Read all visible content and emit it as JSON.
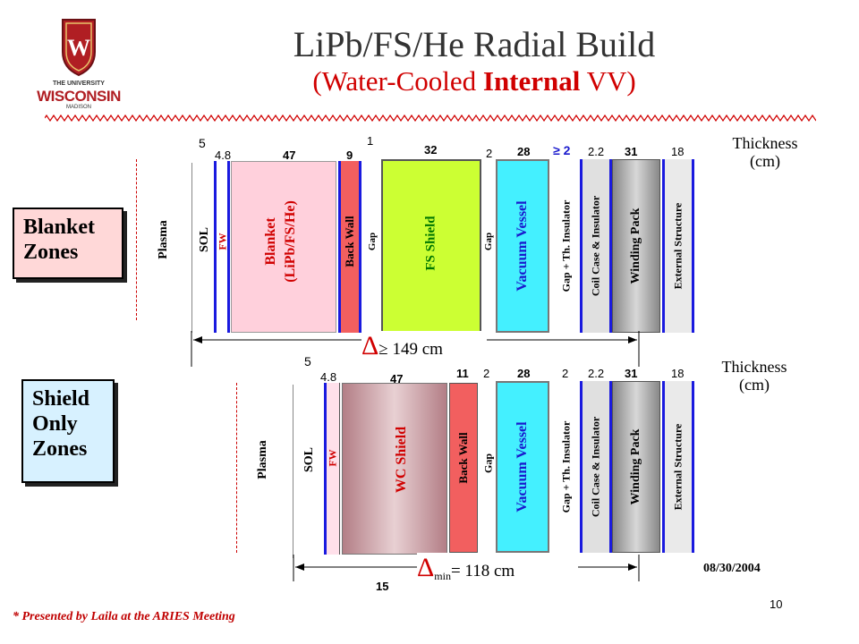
{
  "title": "LiPb/FS/He Radial Build",
  "subtitle": {
    "open": "(Water-Cooled ",
    "bold": "Internal",
    "close": " VV)"
  },
  "logo": {
    "text_top": "THE UNIVERSITY",
    "text_main": "WISCONSIN",
    "text_bottom": "MADISON",
    "crest_letter": "W"
  },
  "zones": {
    "blanket": "Blanket Zones",
    "shield": "Shield Only Zones"
  },
  "blanket": {
    "thickness_label": "Thickness (cm)",
    "delta": "≥ 149 cm",
    "numbers": {
      "sol": "5",
      "fw": "4.8",
      "blanket": "47",
      "backwall": "9",
      "gap1": "1",
      "fs": "32",
      "gap2": "2",
      "vv": "28",
      "gap3": "≥ 2",
      "coil": "2.2",
      "winding": "31",
      "ext": "18"
    },
    "labels": {
      "plasma": "Plasma",
      "sol": "SOL",
      "fw": "FW",
      "blanket_l1": "Blanket",
      "blanket_l2": "(LiPb/FS/He)",
      "backwall": "Back Wall",
      "gap": "Gap",
      "fs": "FS Shield",
      "vv": "Vacuum Vessel",
      "gap_ins": "Gap + Th. Insulator",
      "coil": "Coil Case & Insulator",
      "winding": "Winding Pack",
      "ext": "External Structure"
    }
  },
  "shield": {
    "thickness_label": "Thickness (cm)",
    "delta": "= 118 cm",
    "delta_sub": "min",
    "below": "15",
    "numbers": {
      "sol": "5",
      "fw": "4.8",
      "wc": "47",
      "backwall": "11",
      "gap": "2",
      "vv": "28",
      "gap2": "2",
      "coil": "2.2",
      "winding": "31",
      "ext": "18"
    },
    "labels": {
      "plasma": "Plasma",
      "sol": "SOL",
      "fw": "FW",
      "wc": "WC Shield",
      "backwall": "Back Wall",
      "gap": "Gap",
      "vv": "Vacuum Vessel",
      "gap_ins": "Gap + Th. Insulator",
      "coil": "Coil Case & Insulator",
      "winding": "Winding Pack",
      "ext": "External Structure"
    }
  },
  "date": "08/30/2004",
  "footer": "* Presented by Laila at the ARIES Meeting",
  "page_number": "10",
  "colors": {
    "red": "#d00000",
    "blanket_pink": "#ffd0dc",
    "backwall": "#f25f5f",
    "fs_green": "#ccff33",
    "vv_cyan": "#44f0ff",
    "blue_bar": "#1a1adf",
    "shield_box": "#d7f1ff",
    "blanket_box": "#ffd8d8"
  }
}
